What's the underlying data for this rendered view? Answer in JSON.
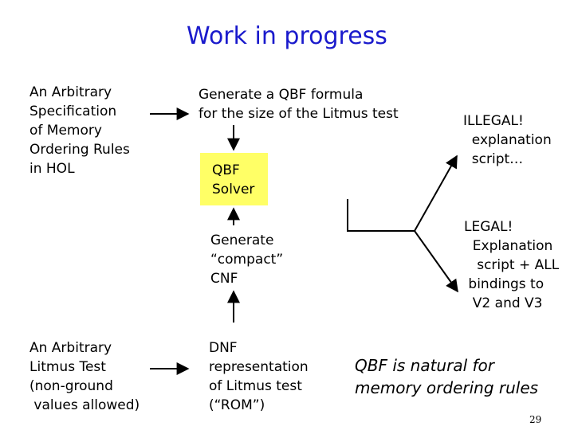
{
  "title": "Work in progress",
  "colors": {
    "title": "#1a1acc",
    "solver_box": "#ffff66",
    "arrow": "#000000"
  },
  "left": {
    "spec": "An Arbitrary\nSpecification\nof Memory\nOrdering Rules\nin HOL",
    "litmus": "An Arbitrary\nLitmus Test\n(non-ground\n values allowed)"
  },
  "center": {
    "generate_qbf": "Generate a QBF formula\nfor the size of the Litmus test",
    "solver": "QBF\nSolver",
    "generate_cnf": "Generate\n“compact”\nCNF",
    "dnf": "DNF\nrepresentation\nof Litmus test\n(“ROM”)"
  },
  "right": {
    "illegal": "ILLEGAL!\n  explanation\n  script…",
    "legal": "LEGAL!\n  Explanation\n   script + ALL\n bindings to\n  V2 and V3",
    "note": "QBF is natural for\nmemory ordering rules"
  },
  "page_number": "29"
}
